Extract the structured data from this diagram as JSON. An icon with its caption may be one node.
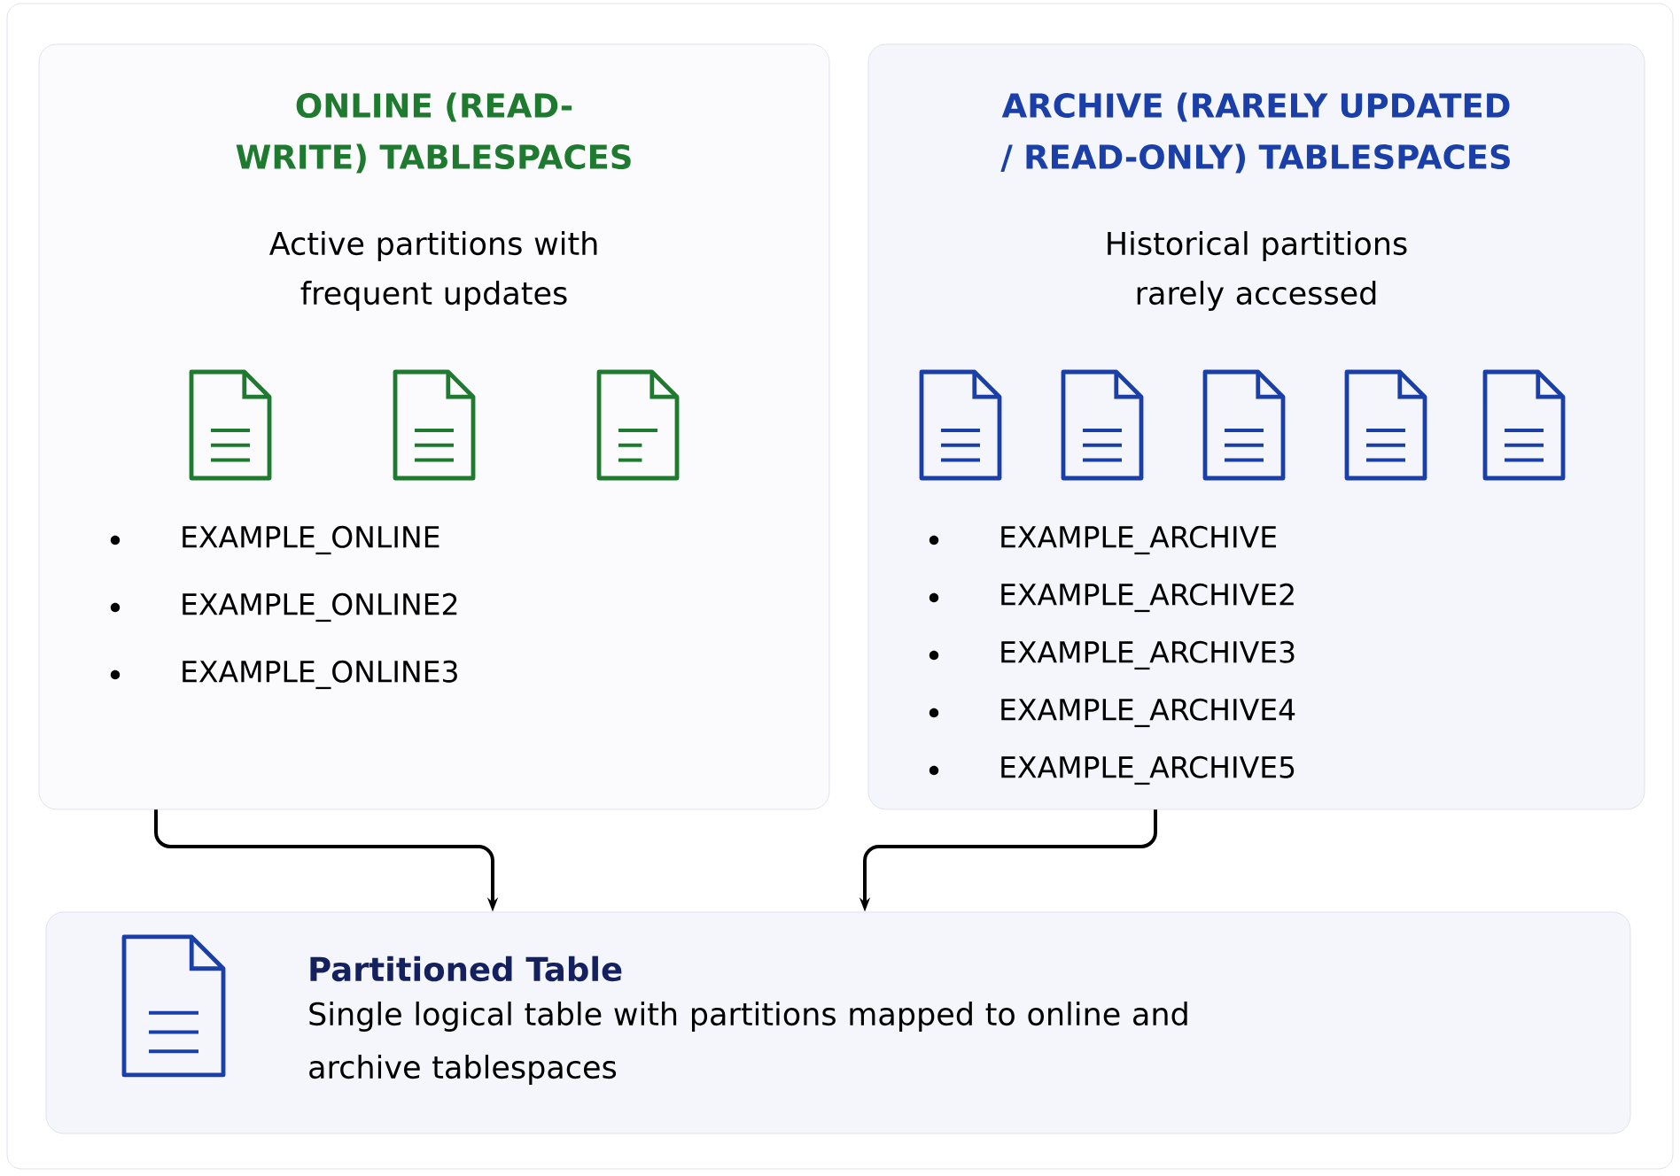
{
  "diagram": {
    "nodes": [
      {
        "text": [
          "ONLINE (READ-WRITE) TABLESPACES",
          "Active partitions with frequent updates",
          "EXAMPLE_ONLINE",
          "EXAMPLE_ONLINE2",
          "EXAMPLE_ONLINE3"
        ]
      },
      {
        "text": [
          "ARCHIVE (RARELY UPDATED / READ-ONLY) TABLESPACES",
          "Historical partitions rarely accessed",
          "EXAMPLE_ARCHIVE",
          "EXAMPLE_ARCHIVE2",
          "EXAMPLE_ARCHIVE3",
          "EXAMPLE_ARCHIVE4",
          "EXAMPLE_ARCHIVE5"
        ]
      },
      {
        "text": [
          "Partitioned Table",
          "Single logical table with partitions mapped to online and archive tablespaces"
        ]
      }
    ],
    "edges": [
      {
        "from": 0,
        "to": 2,
        "arrow": "to"
      },
      {
        "from": 1,
        "to": 2,
        "arrow": "to"
      }
    ]
  }
}
